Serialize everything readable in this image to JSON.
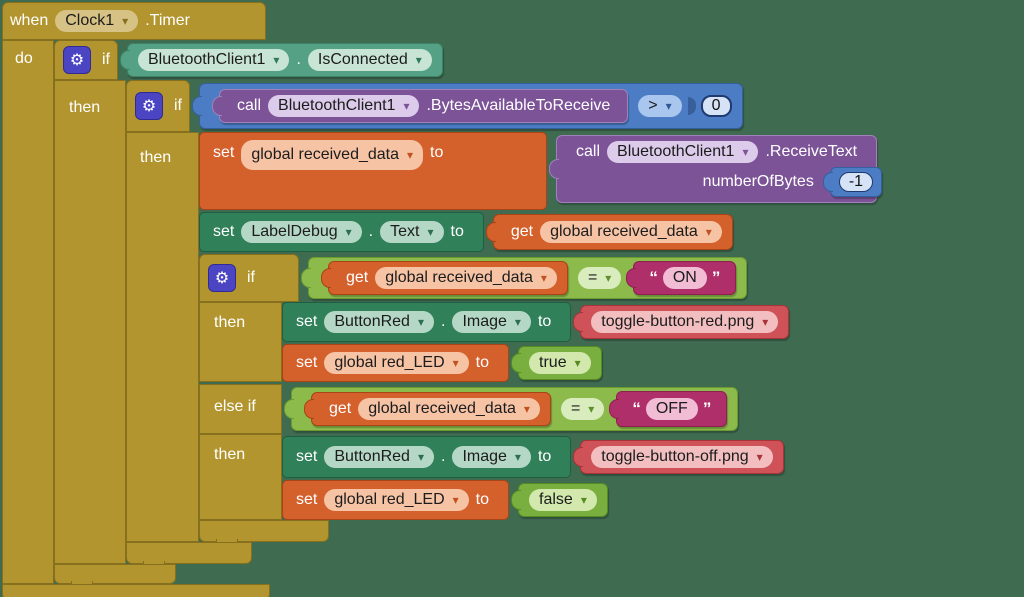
{
  "icons": {
    "gear": "⚙",
    "arrow": "▾"
  },
  "colors": {
    "workspace_green": "#3F6B51",
    "control_gold": "#B3952F",
    "logic_light_green": "#8CBB4C",
    "math_blue": "#4C7DC4",
    "text_magenta": "#AF2F6A",
    "variables_orange": "#D4602C",
    "component_setter_green": "#30805A",
    "component_getter_green": "#54A185",
    "procedure_purple": "#7D5398",
    "helper_red": "#CE5257",
    "mutator_indigo": "#4B45C4"
  },
  "when_clock": {
    "when": "when",
    "component": "Clock1",
    "event": ".Timer",
    "do": "do"
  },
  "if_connected": {
    "if": "if",
    "then": "then",
    "cond": {
      "component": "BluetoothClient1",
      "dot": ".",
      "property": "IsConnected"
    }
  },
  "if_bytes": {
    "if": "if",
    "then": "then",
    "cond": {
      "call": "call",
      "component": "BluetoothClient1",
      "method": ".BytesAvailableToReceive",
      "op": ">",
      "value": "0"
    }
  },
  "set_received": {
    "set": "set",
    "var": "global received_data",
    "to": "to",
    "call": {
      "call": "call",
      "component": "BluetoothClient1",
      "method": ".ReceiveText",
      "arg": "numberOfBytes",
      "arg_value": "-1"
    }
  },
  "set_debug": {
    "set": "set",
    "component": "LabelDebug",
    "dot": ".",
    "property": "Text",
    "to": "to",
    "get": {
      "get": "get",
      "var": "global received_data"
    }
  },
  "if_onoff": {
    "if": "if",
    "then1": "then",
    "elseif": "else if",
    "then2": "then",
    "on": {
      "get": "get",
      "var": "global received_data",
      "op": "=",
      "oq": "“",
      "text": "ON",
      "cq": "”"
    },
    "off": {
      "get": "get",
      "var": "global received_data",
      "op": "=",
      "oq": "“",
      "text": "OFF",
      "cq": "”"
    },
    "img_red": {
      "set": "set",
      "component": "ButtonRed",
      "dot": ".",
      "property": "Image",
      "to": "to",
      "value": "toggle-button-red.png"
    },
    "led_true": {
      "set": "set",
      "var": "global red_LED",
      "to": "to",
      "value": "true"
    },
    "img_off": {
      "set": "set",
      "component": "ButtonRed",
      "dot": ".",
      "property": "Image",
      "to": "to",
      "value": "toggle-button-off.png"
    },
    "led_false": {
      "set": "set",
      "var": "global red_LED",
      "to": "to",
      "value": "false"
    }
  }
}
